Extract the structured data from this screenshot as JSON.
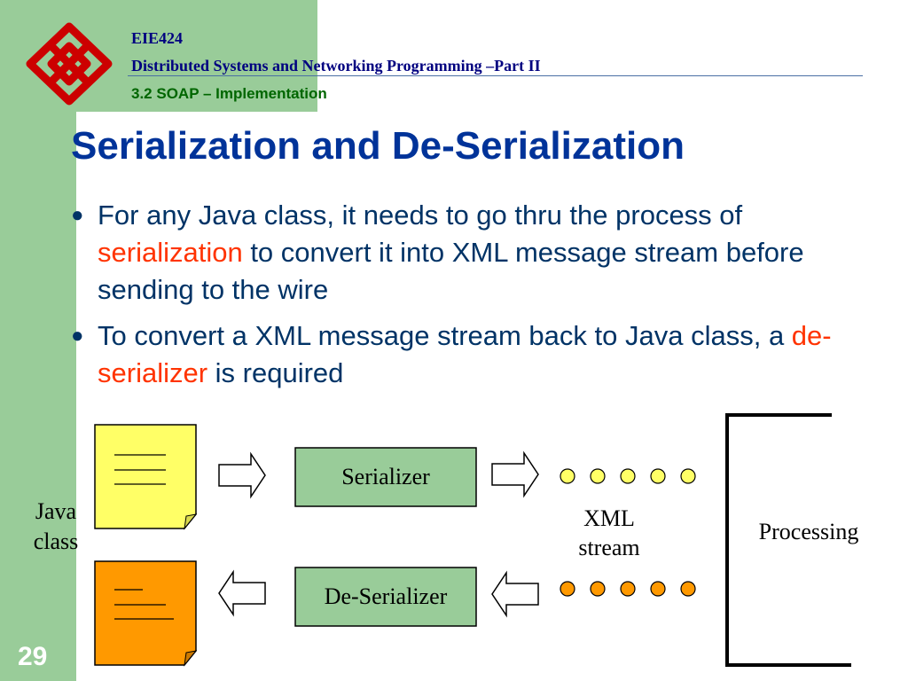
{
  "header": {
    "course_code": "EIE424",
    "course_title": "Distributed Systems and Networking Programming –Part II",
    "section": "3.2 SOAP – Implementation"
  },
  "slide": {
    "title": "Serialization and De-Serialization",
    "page_number": "29"
  },
  "bullets": [
    {
      "marker": "●",
      "before": "For any Java class, it needs to go thru the process of ",
      "keyword": "serialization",
      "after": " to convert it into XML message stream before sending to the wire"
    },
    {
      "marker": "●",
      "before": "To convert a XML message stream back to Java class, a ",
      "keyword": "de-serializer",
      "after": " is required"
    }
  ],
  "diagram": {
    "java_class_label": "Java class",
    "serializer_label": "Serializer",
    "deserializer_label": "De-Serializer",
    "xml_stream_label": "XML stream",
    "processing_label": "Processing"
  },
  "colors": {
    "green_band": "#99cc99",
    "title_blue": "#003399",
    "body_blue": "#003366",
    "keyword_red": "#ff3300",
    "section_green": "#006600",
    "doc_yellow": "#ffff66",
    "doc_orange": "#ff9900",
    "box_green": "#99cc99",
    "dot_yellow": "#ffff66",
    "dot_orange": "#ff9900",
    "logo_red": "#cc0000"
  }
}
